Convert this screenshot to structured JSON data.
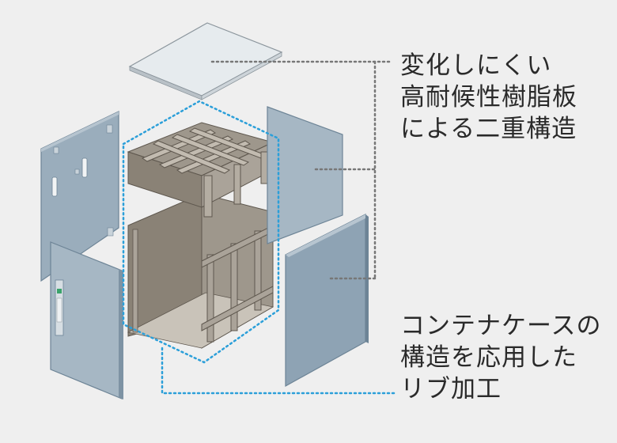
{
  "callouts": {
    "resin_panel": {
      "lines": [
        "変化しにくい",
        "高耐候性樹脂板",
        "による二重構造"
      ]
    },
    "rib_structure": {
      "lines": [
        "コンテナケースの",
        "構造を応用した",
        "リブ加工"
      ]
    }
  },
  "colors": {
    "background": "#efefef",
    "panel_blue": "#8ea3b4",
    "panel_edge": "#6d8496",
    "lid_top": "#e6ebee",
    "frame_brown": "#8a8276",
    "frame_light": "#aaa399",
    "dotted_gray": "#777777",
    "dotted_blue": "#2b9fd9"
  }
}
